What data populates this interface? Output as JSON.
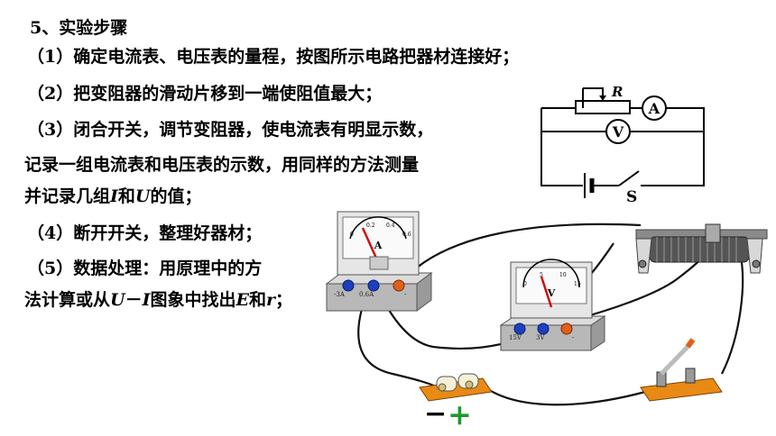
{
  "steps": {
    "title": "5、实验步骤",
    "s1": "（1）确定电流表、电压表的量程，按图所示电路把器材连接好；",
    "s2": "（2）把变阻器的滑动片移到一端使阻值最大；",
    "s3a": "（3）闭合开关，调节变阻器，使电流表有明显示数，",
    "s3b": "记录一组电流表和电压表的示数，用同样的方法测量",
    "s3c_pre": "并记录几组",
    "s3c_I": "I",
    "s3c_and": "和",
    "s3c_U": "U",
    "s3c_post": "的值；",
    "s4": "（4）断开开关，整理好器材；",
    "s5a": "（5）数据处理：用原理中的方",
    "s5b_pre": "法计算或从",
    "s5b_U": "U",
    "s5b_dash": "－",
    "s5b_I": "I",
    "s5b_mid": "图象中找出",
    "s5b_E": "E",
    "s5b_and": "和",
    "s5b_r": "r",
    "s5b_end": "；"
  },
  "schematic": {
    "resistor_label": "R",
    "ammeter_label": "A",
    "voltmeter_label": "V",
    "switch_label": "S"
  },
  "apparatus": {
    "ammeter": {
      "unit": "A",
      "terminal_labels": [
        "-3A",
        "0.6A",
        "-"
      ],
      "scale_marks": [
        "0",
        "0.2",
        "0.4",
        "0.6"
      ]
    },
    "voltmeter": {
      "unit": "V",
      "terminal_labels": [
        "15V",
        "3V",
        "-"
      ],
      "scale_marks": [
        "0",
        "5",
        "10",
        "15"
      ]
    },
    "battery": {
      "minus_sign": "−",
      "plus_sign": "+"
    }
  },
  "colors": {
    "wire": "#111111",
    "meter_body": "#cfcfcf",
    "terminal_blue": "#1f3fbf",
    "terminal_orange": "#e0601a",
    "wood": "#e88a14",
    "plus_green": "#1a9a2a",
    "needle_red": "#d01010"
  }
}
